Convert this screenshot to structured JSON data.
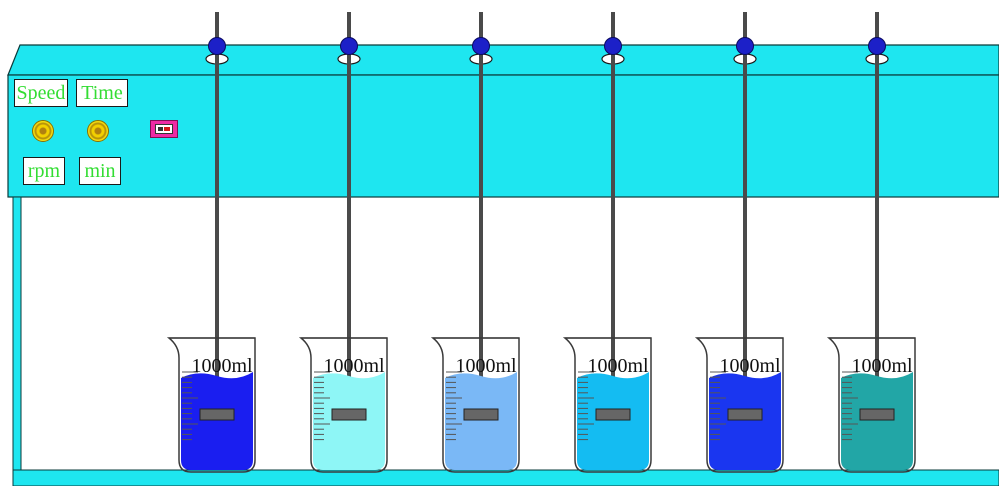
{
  "control_panel": {
    "speed_label": "Speed",
    "time_label": "Time",
    "speed_unit": "rpm",
    "time_unit": "min"
  },
  "colors": {
    "frame": "#1ee6f0",
    "frame_outline": "#0a3a3a",
    "rod": "#4a4a4a",
    "collar": "#1c20c8",
    "label_text": "#33dd33",
    "switch": "#ee2aa4"
  },
  "beakers": [
    {
      "volume_label": "1000ml",
      "liquid_color": "#1a1ef0"
    },
    {
      "volume_label": "1000ml",
      "liquid_color": "#8ef6f6"
    },
    {
      "volume_label": "1000ml",
      "liquid_color": "#7ab8f6"
    },
    {
      "volume_label": "1000ml",
      "liquid_color": "#14bcf2"
    },
    {
      "volume_label": "1000ml",
      "liquid_color": "#1a36f0"
    },
    {
      "volume_label": "1000ml",
      "liquid_color": "#22a6a6"
    }
  ]
}
